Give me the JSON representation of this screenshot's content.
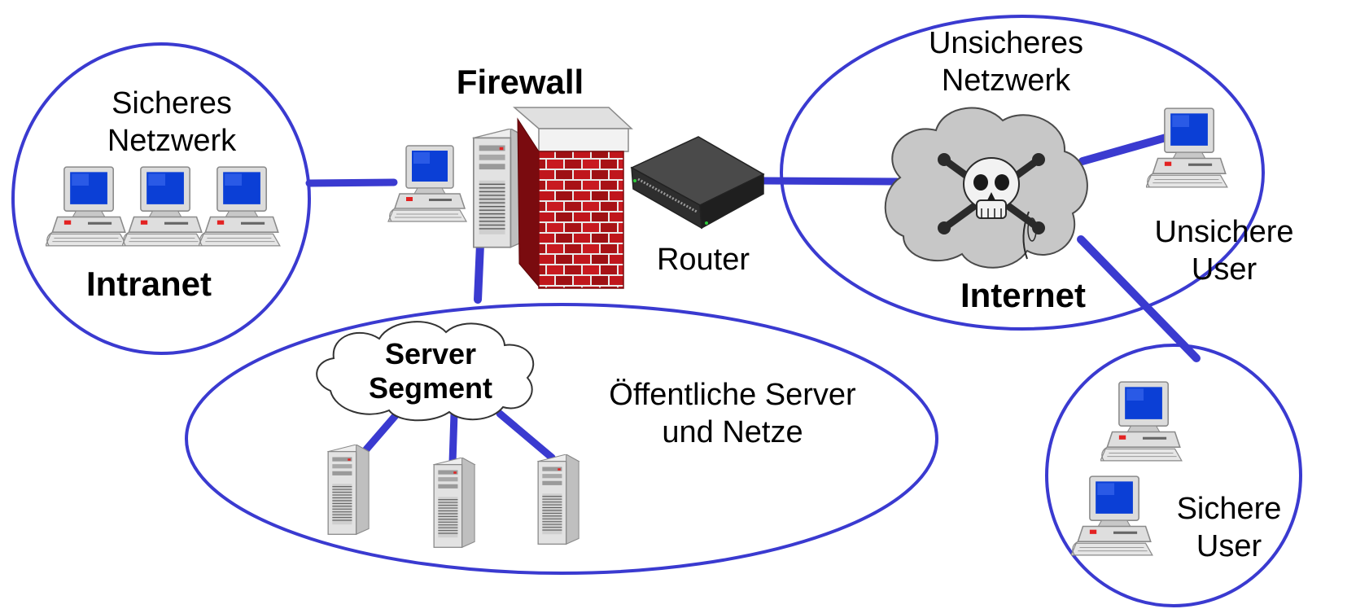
{
  "colors": {
    "ellipse_stroke": "#3a3ad0",
    "connection_line": "#3a3ad0",
    "monitor_screen": "#0b3fd6",
    "computer_case": "#d9d9d9",
    "firewall_brick": "#c0161c",
    "router_body": "#3b3b3b",
    "internet_cloud": "#c7c7c7"
  },
  "icons": {
    "workstation": "desktop-computer-icon",
    "server": "tower-server-icon",
    "firewall": "brick-wall-icon",
    "router": "network-router-icon",
    "internet": "skull-cloud-icon",
    "segment": "cloud-icon"
  },
  "labels": {
    "intranet_desc_line1": "Sicheres",
    "intranet_desc_line2": "Netzwerk",
    "intranet_title": "Intranet",
    "firewall_title": "Firewall",
    "router_label": "Router",
    "internet_desc_line1": "Unsicheres",
    "internet_desc_line2": "Netzwerk",
    "internet_title": "Internet",
    "unsafe_users_line1": "Unsichere",
    "unsafe_users_line2": "User",
    "safe_users_line1": "Sichere",
    "safe_users_line2": "User",
    "segment_line1": "Server",
    "segment_line2": "Segment",
    "public_servers_line1": "Öffentliche Server",
    "public_servers_line2": "und Netze"
  }
}
